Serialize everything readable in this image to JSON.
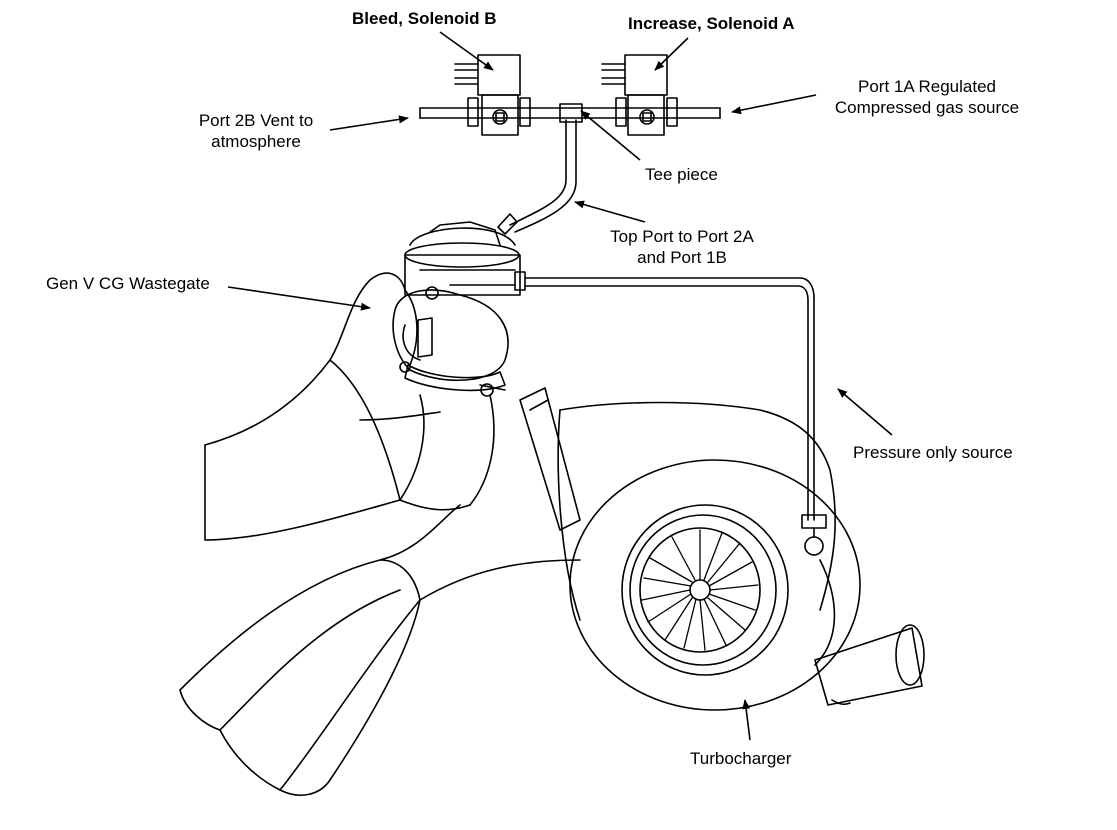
{
  "labels": {
    "solenoid_b": "Bleed, Solenoid B",
    "solenoid_a": "Increase, Solenoid A",
    "port_1a_line1": "Port 1A Regulated",
    "port_1a_line2": "Compressed gas source",
    "port_2b_line1": "Port 2B Vent to",
    "port_2b_line2": "atmosphere",
    "tee_piece": "Tee piece",
    "top_port_line1": "Top Port to Port 2A",
    "top_port_line2": "and Port 1B",
    "wastegate": "Gen V CG Wastegate",
    "pressure_source": "Pressure only source",
    "turbocharger": "Turbocharger"
  },
  "colors": {
    "line": "#000000",
    "background": "#ffffff"
  }
}
